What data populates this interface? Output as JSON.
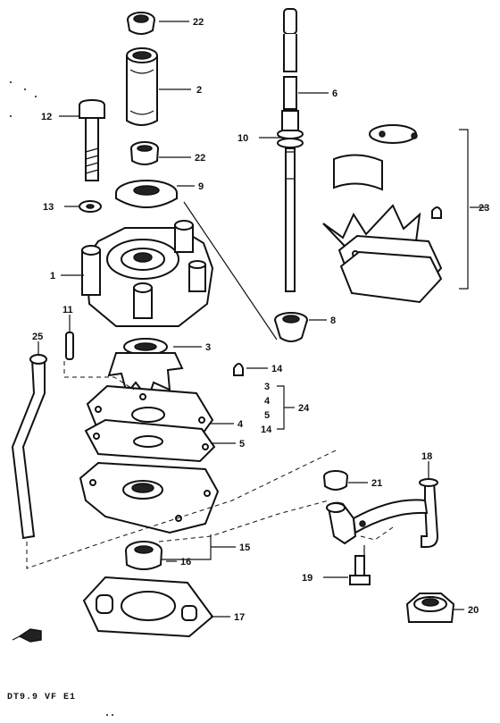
{
  "diagram": {
    "caption": "DT9.9 VF E1",
    "colors": {
      "ink": "#111111",
      "paper": "#ffffff"
    },
    "callouts": {
      "c22a": "22",
      "c2": "2",
      "c12": "12",
      "c22b": "22",
      "c9": "9",
      "c13": "13",
      "c1": "1",
      "c11": "11",
      "c25": "25",
      "c3": "3",
      "c14": "14",
      "c4": "4",
      "c5": "5",
      "c6": "6",
      "c10": "10",
      "c23": "23",
      "c8": "8",
      "g3": "3",
      "g4": "4",
      "g5": "5",
      "g14": "14",
      "c24": "24",
      "c18": "18",
      "c21": "21",
      "c15": "15",
      "c16": "16",
      "c19": "19",
      "c20": "20",
      "c17": "17"
    }
  }
}
